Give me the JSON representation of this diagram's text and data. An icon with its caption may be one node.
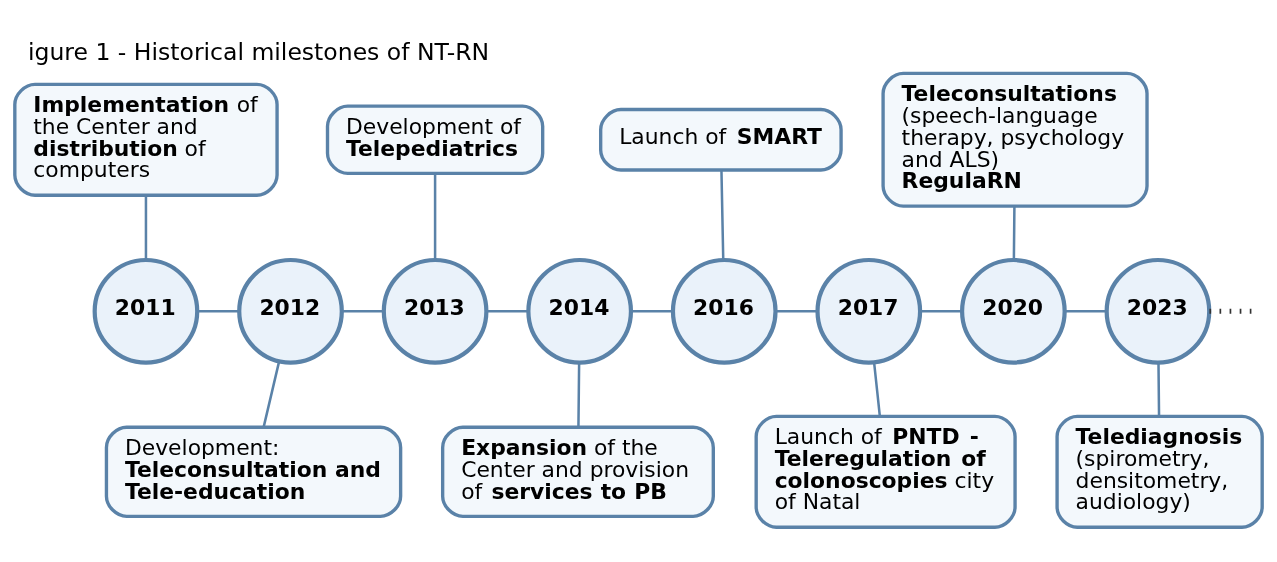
{
  "diagram": {
    "title": "igure 1 - Historical milestones of NT-RN",
    "nodes": [
      {
        "text": [
          "**Implementation** of the Center and **distribution** of computers"
        ]
      },
      {
        "text": [
          "Development of **Telepediatrics**"
        ]
      },
      {
        "text": [
          "Launch of **SMART**"
        ]
      },
      {
        "text": [
          "**Teleconsultations** (speech-language therapy, psychology and ALS)",
          "**RegulaRN**"
        ]
      },
      {
        "text": [
          "2011"
        ]
      },
      {
        "text": [
          "2012"
        ]
      },
      {
        "text": [
          "2013"
        ]
      },
      {
        "text": [
          "2014"
        ]
      },
      {
        "text": [
          "2016"
        ]
      },
      {
        "text": [
          "2017"
        ]
      },
      {
        "text": [
          "2020"
        ]
      },
      {
        "text": [
          "2023"
        ]
      },
      {
        "text": [
          "Development: **Teleconsultation and Tele-education**"
        ]
      },
      {
        "text": [
          "**Expansion** of the Center and provision of **services to PB**"
        ]
      },
      {
        "text": [
          "Launch of **PNTD -**",
          "**Teleregulation of colonoscopies** city of Natal"
        ]
      },
      {
        "text": [
          "**Telediagnosis** (spirometry, densitometry, audiology)"
        ]
      }
    ],
    "edges": [
      {
        "from": 4,
        "to": 5,
        "arrow": "none"
      },
      {
        "from": 5,
        "to": 6,
        "arrow": "none"
      },
      {
        "from": 6,
        "to": 7,
        "arrow": "none"
      },
      {
        "from": 7,
        "to": 8,
        "arrow": "none"
      },
      {
        "from": 8,
        "to": 9,
        "arrow": "none"
      },
      {
        "from": 9,
        "to": 10,
        "arrow": "none"
      },
      {
        "from": 10,
        "to": 11,
        "arrow": "none"
      },
      {
        "from": 0,
        "to": 4,
        "arrow": "none"
      },
      {
        "from": 1,
        "to": 6,
        "arrow": "none"
      },
      {
        "from": 2,
        "to": 8,
        "arrow": "none"
      },
      {
        "from": 3,
        "to": 10,
        "arrow": "none"
      },
      {
        "from": 5,
        "to": 12,
        "arrow": "none"
      },
      {
        "from": 7,
        "to": 13,
        "arrow": "none"
      },
      {
        "from": 9,
        "to": 14,
        "arrow": "none"
      },
      {
        "from": 11,
        "to": 15,
        "arrow": "none"
      },
      {
        "from": 11,
        "to": null,
        "arrow": "none",
        "style": "dashed",
        "color": "#333333"
      }
    ]
  }
}
